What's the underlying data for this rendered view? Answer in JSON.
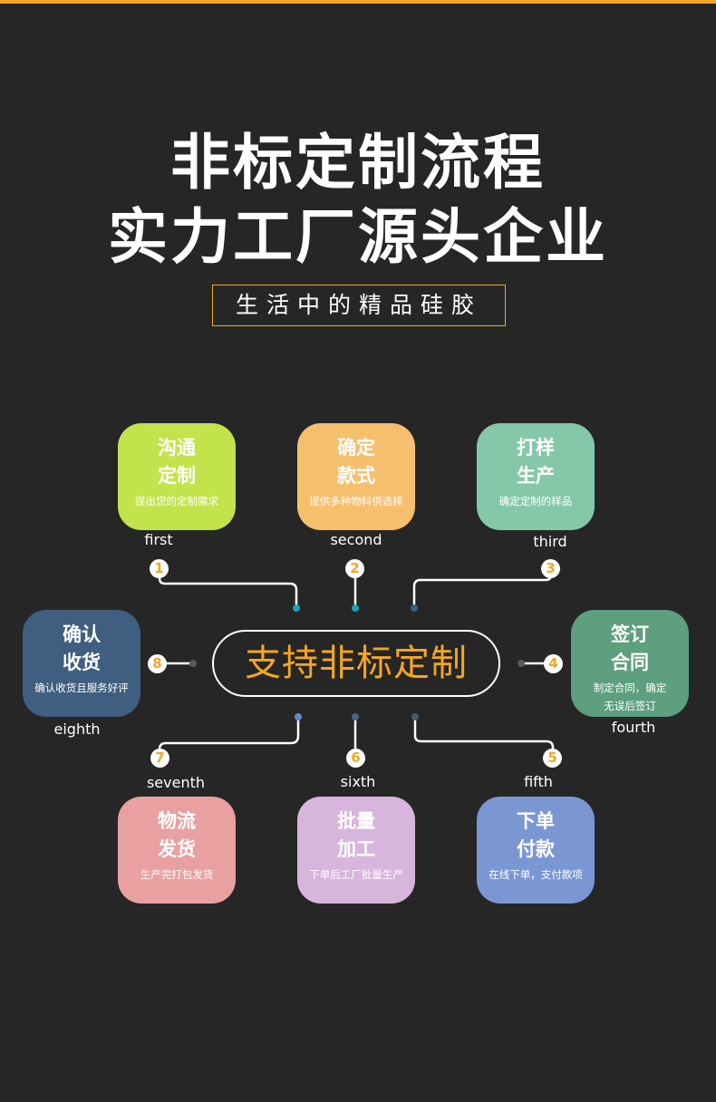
{
  "header": {
    "title_line1": "非标定制流程",
    "title_line2": "实力工厂源头企业",
    "subtitle": "生活中的精品硅胶"
  },
  "center": {
    "label": "支持非标定制"
  },
  "steps": [
    {
      "number": "1",
      "label": "first",
      "title_line1": "沟通",
      "title_line2": "定制",
      "desc_line1": "提出您的定制需求",
      "desc_line2": "",
      "color": "#c2e34b"
    },
    {
      "number": "2",
      "label": "second",
      "title_line1": "确定",
      "title_line2": "款式",
      "desc_line1": "提供多种物料供选择",
      "desc_line2": "",
      "color": "#f6bf6e"
    },
    {
      "number": "3",
      "label": "third",
      "title_line1": "打样",
      "title_line2": "生产",
      "desc_line1": "确定定制的样品",
      "desc_line2": "",
      "color": "#85c8a9"
    },
    {
      "number": "4",
      "label": "fourth",
      "title_line1": "签订",
      "title_line2": "合同",
      "desc_line1": "制定合同，确定",
      "desc_line2": "无误后签订",
      "color": "#5d9f7e"
    },
    {
      "number": "5",
      "label": "fifth",
      "title_line1": "下单",
      "title_line2": "付款",
      "desc_line1": "在线下单，支付款项",
      "desc_line2": "",
      "color": "#7b97d3"
    },
    {
      "number": "6",
      "label": "sixth",
      "title_line1": "批量",
      "title_line2": "加工",
      "desc_line1": "下单后工厂批量生产",
      "desc_line2": "",
      "color": "#d8b5dd"
    },
    {
      "number": "7",
      "label": "seventh",
      "title_line1": "物流",
      "title_line2": "发货",
      "desc_line1": "生产完打包发货",
      "desc_line2": "",
      "color": "#e9a0a0"
    },
    {
      "number": "8",
      "label": "eighth",
      "title_line1": "确认",
      "title_line2": "收货",
      "desc_line1": "确认收货且服务好评",
      "desc_line2": "",
      "color": "#3f5e80"
    }
  ],
  "colors": {
    "background": "#262626",
    "accent": "#f5a623",
    "line": "#ffffff"
  }
}
